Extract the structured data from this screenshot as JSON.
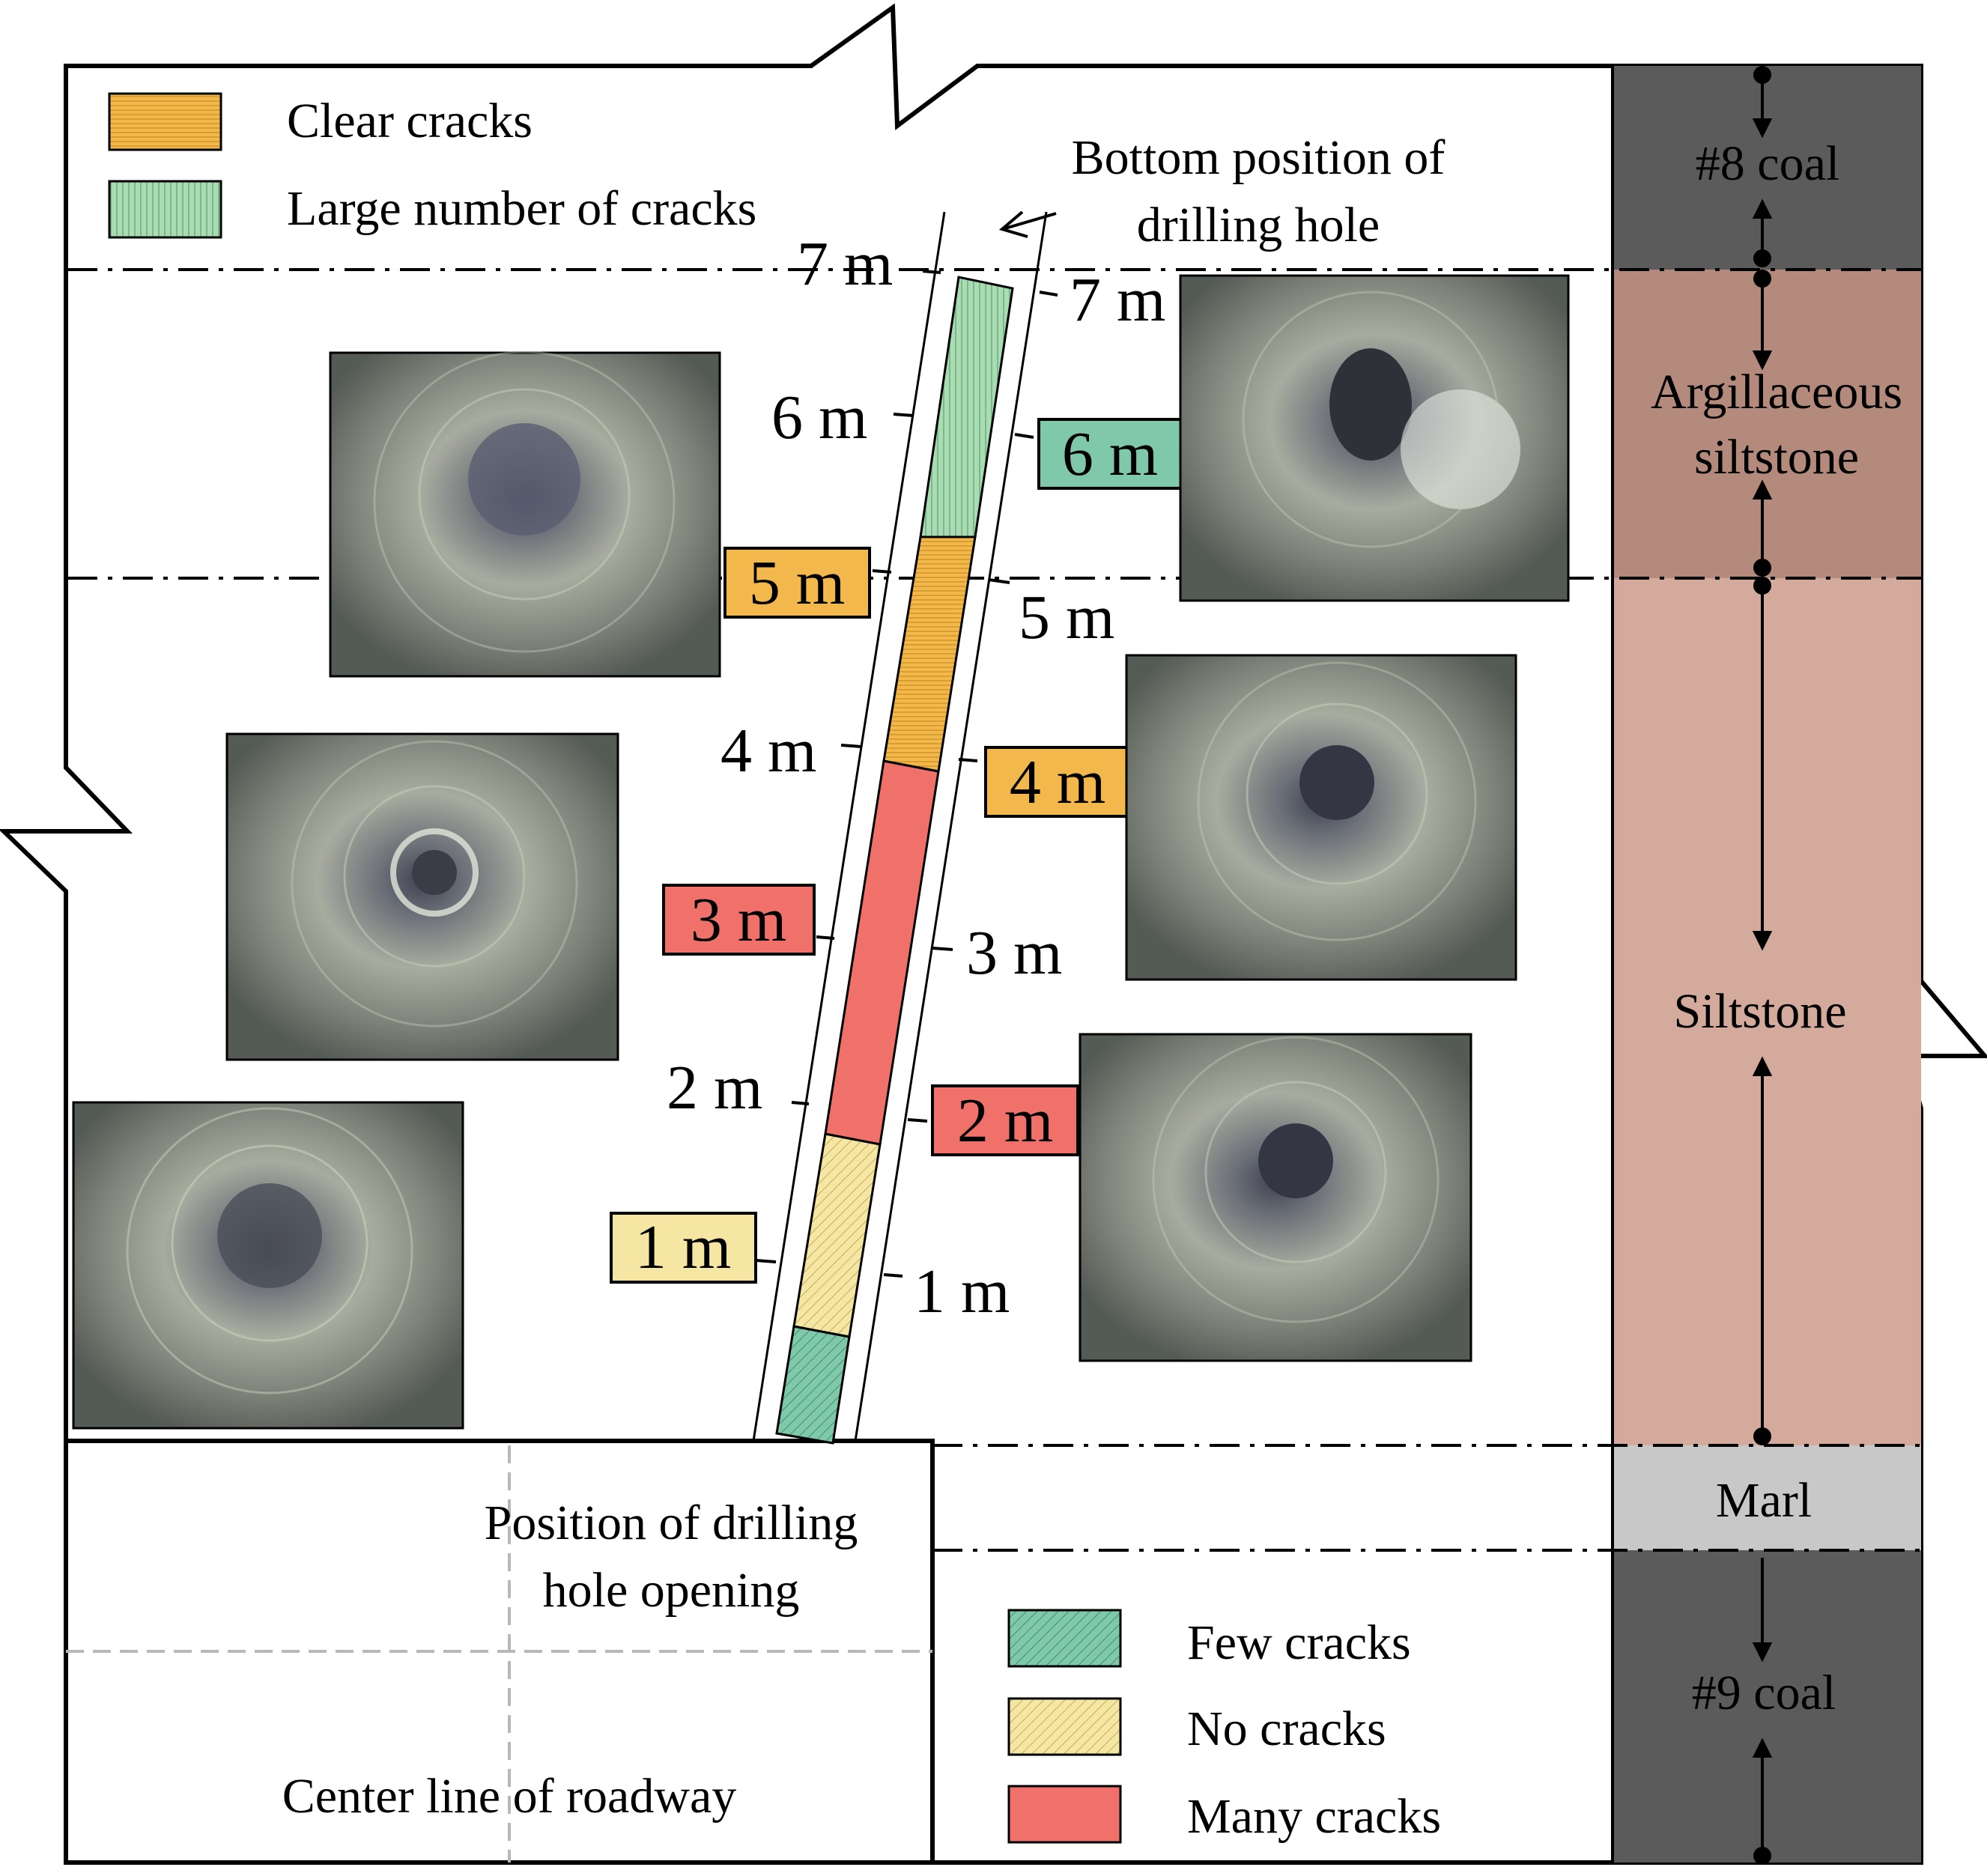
{
  "legend_top": {
    "clear_cracks": "Clear cracks",
    "large_number_of_cracks": "Large number of cracks"
  },
  "legend_bottom": {
    "few_cracks": "Few cracks",
    "no_cracks": "No cracks",
    "many_cracks": "Many cracks"
  },
  "annotations": {
    "bottom_position_line1": "Bottom position of",
    "bottom_position_line2": "drilling hole",
    "opening_line1": "Position of drilling",
    "opening_line2": "hole opening",
    "center_line": "Center line of roadway"
  },
  "strata": {
    "coal8": "#8 coal",
    "argillaceous_line1": "Argillaceous",
    "argillaceous_line2": "siltstone",
    "siltstone": "Siltstone",
    "marl": "Marl",
    "coal9": "#9 coal"
  },
  "depth_labels": {
    "left": [
      "1 m",
      "2 m",
      "3 m",
      "4 m",
      "5 m",
      "6 m",
      "7 m"
    ],
    "right": [
      "1 m",
      "2 m",
      "3 m",
      "4 m",
      "5 m",
      "6 m",
      "7 m"
    ]
  },
  "borehole_segments_bottom_to_top": [
    {
      "class": "Few cracks",
      "from_m": 0,
      "to_m": 0.8
    },
    {
      "class": "No cracks",
      "from_m": 0.8,
      "to_m": 2.0
    },
    {
      "class": "Many cracks",
      "from_m": 2.0,
      "to_m": 4.0
    },
    {
      "class": "Clear cracks",
      "from_m": 4.0,
      "to_m": 5.5
    },
    {
      "class": "Large number of cracks",
      "from_m": 5.5,
      "to_m": 7.0
    }
  ],
  "colors": {
    "few_cracks": "#7fc8a9",
    "no_cracks": "#f5e6a3",
    "many_cracks": "#f0706a",
    "clear_cracks": "#f2b84b",
    "large_cracks": "#a9dcb2",
    "coal": "#5b5b5b",
    "argillaceous": "#b48a7c",
    "siltstone": "#d3aa9b",
    "marl": "#c8c8c8"
  }
}
